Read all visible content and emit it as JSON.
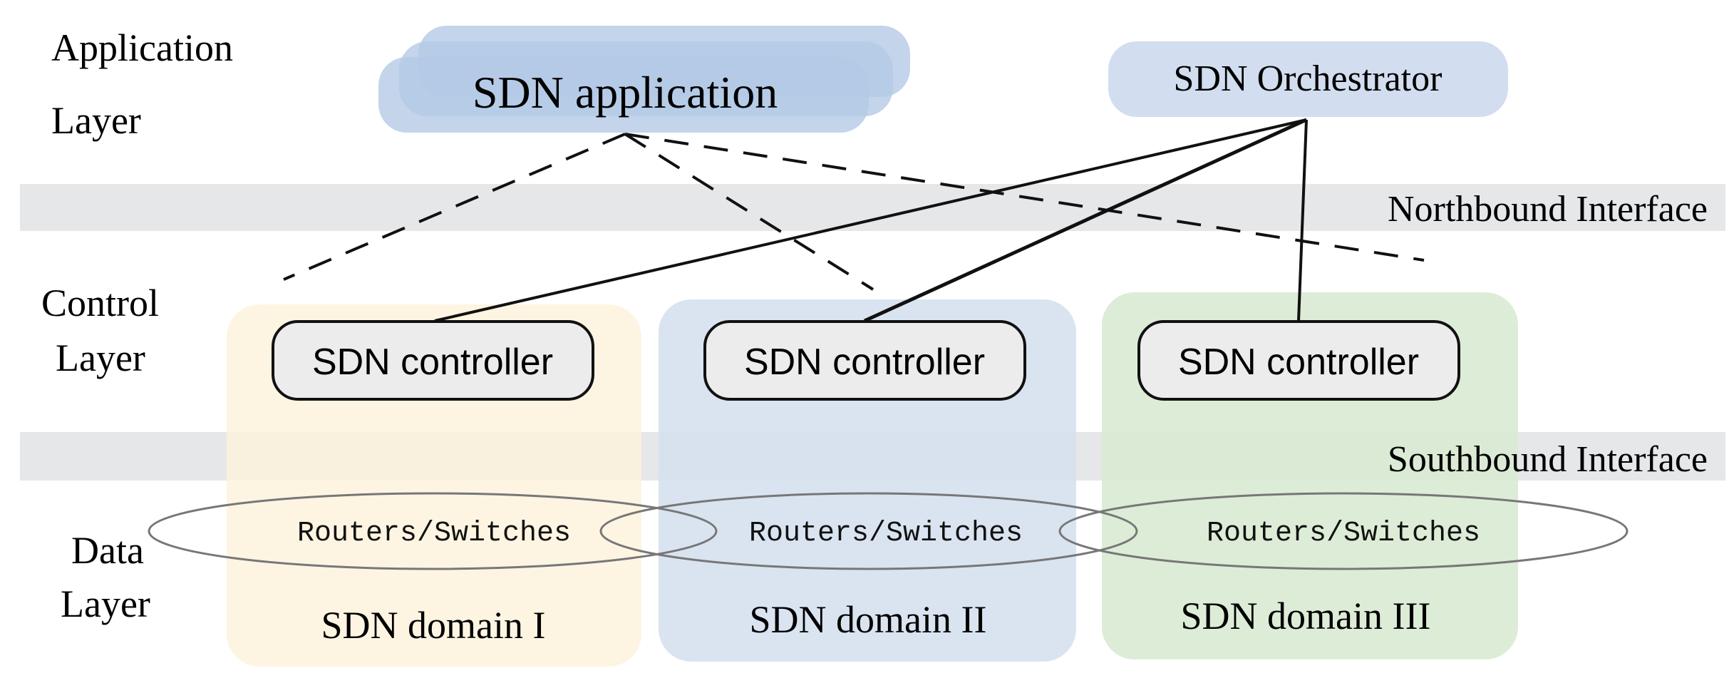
{
  "layers": {
    "application_line1": "Application",
    "application_line2": "Layer",
    "control_line1": "Control",
    "control_line2": "Layer",
    "data_line1": "Data",
    "data_line2": "Layer"
  },
  "interfaces": {
    "northbound": "Northbound Interface",
    "southbound": "Southbound Interface"
  },
  "application": {
    "label": "SDN application"
  },
  "orchestrator": {
    "label": "SDN Orchestrator"
  },
  "domains": [
    {
      "controller": "SDN controller",
      "devices": "Routers/Switches",
      "name": "SDN domain I",
      "color": "#fdf3dc"
    },
    {
      "controller": "SDN controller",
      "devices": "Routers/Switches",
      "name": "SDN domain II",
      "color": "#d6e1f0"
    },
    {
      "controller": "SDN controller",
      "devices": "Routers/Switches",
      "name": "SDN domain III",
      "color": "#d9ead3"
    }
  ],
  "colors": {
    "interface_band": "#e6e7e9",
    "app_box": "#b4c9e6",
    "orchestrator_box": "#d2deef",
    "controller_box": "#ececec",
    "line": "#111111"
  }
}
